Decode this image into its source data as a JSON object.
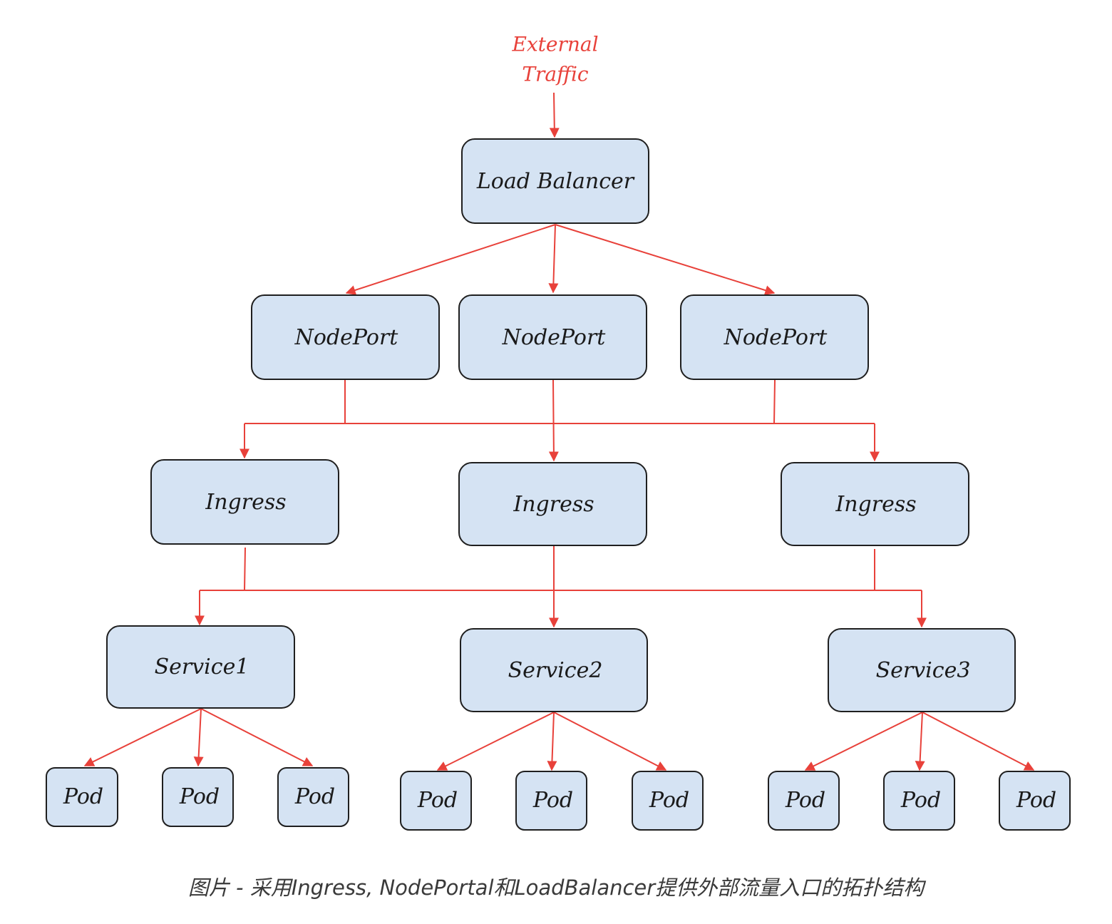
{
  "external_traffic": {
    "line1": "External",
    "line2": "Traffic"
  },
  "nodes": {
    "load_balancer": "Load Balancer",
    "nodeport_1": "NodePort",
    "nodeport_2": "NodePort",
    "nodeport_3": "NodePort",
    "ingress_1": "Ingress",
    "ingress_2": "Ingress",
    "ingress_3": "Ingress",
    "service_1": "Service1",
    "service_2": "Service2",
    "service_3": "Service3",
    "pod_1": "Pod",
    "pod_2": "Pod",
    "pod_3": "Pod",
    "pod_4": "Pod",
    "pod_5": "Pod",
    "pod_6": "Pod",
    "pod_7": "Pod",
    "pod_8": "Pod",
    "pod_9": "Pod"
  },
  "caption": "图片 - 采用Ingress, NodePortal和LoadBalancer提供外部流量入口的拓扑结构",
  "colors": {
    "node_fill": "#d5e3f3",
    "node_stroke": "#1f1f1f",
    "edge": "#e8413a"
  }
}
